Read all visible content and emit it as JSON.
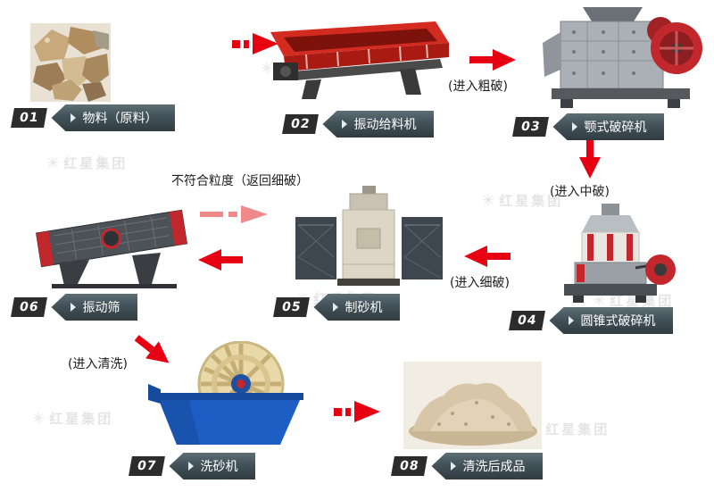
{
  "page": {
    "background": "#ffffff",
    "accent_red": "#e60012",
    "return_red": "#f08a8a",
    "banner_dark": "#3c4a50",
    "watermark_text": "红星集团"
  },
  "stages": [
    {
      "num": "01",
      "label": "物料（原料）"
    },
    {
      "num": "02",
      "label": "振动给料机"
    },
    {
      "num": "03",
      "label": "颚式破碎机"
    },
    {
      "num": "04",
      "label": "圆锥式破碎机"
    },
    {
      "num": "05",
      "label": "制砂机"
    },
    {
      "num": "06",
      "label": "振动筛"
    },
    {
      "num": "07",
      "label": "洗砂机"
    },
    {
      "num": "08",
      "label": "清洗后成品"
    }
  ],
  "connectors": {
    "to_coarse": "(进入粗破)",
    "to_medium": "(进入中破)",
    "to_fine": "(进入细破)",
    "return_fine": "不符合粒度（返回细破）",
    "to_wash": "(进入清洗)"
  }
}
